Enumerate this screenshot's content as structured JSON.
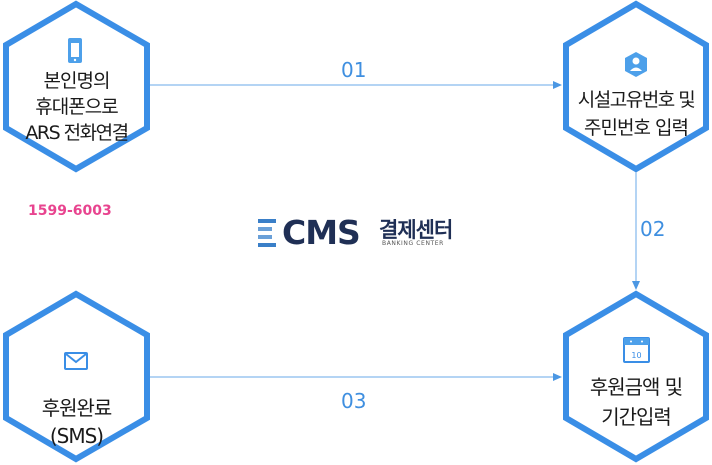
{
  "nodes": {
    "ars": {
      "lines": [
        "본인명의",
        "휴대폰으로",
        "ARS 전화연결"
      ],
      "icon": "mobile-phone-icon"
    },
    "input_info": {
      "lines": [
        "시설고유번호 및",
        "주민번호 입력"
      ],
      "icon": "user-badge-icon"
    },
    "input_amount": {
      "lines": [
        "후원금액 및",
        "기간입력"
      ],
      "icon": "calendar-icon"
    },
    "complete": {
      "lines": [
        "후원완료",
        "(SMS)"
      ],
      "icon": "envelope-icon"
    }
  },
  "steps": {
    "s1": "01",
    "s2": "02",
    "s3": "03"
  },
  "phone": "1599-6003",
  "logo": {
    "brand": "CMS",
    "korean": "결제센터",
    "english": "BANKING CENTER"
  },
  "colors": {
    "hex_stroke": "#3a8ee6",
    "arrow": "#4b97e3",
    "step_text": "#3f8fe0",
    "phone_text": "#e8448f",
    "logo_navy": "#1f2f55",
    "logo_blue": "#3a7fc8"
  }
}
